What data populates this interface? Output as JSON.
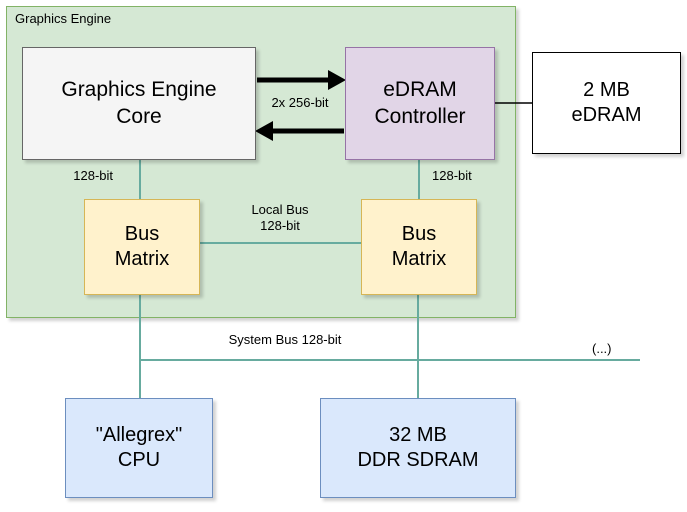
{
  "diagram": {
    "container": {
      "label": "Graphics Engine"
    },
    "boxes": {
      "ge_core": {
        "label": "Graphics Engine\nCore"
      },
      "edram_controller": {
        "label": "eDRAM\nController"
      },
      "edram": {
        "label": "2 MB\neDRAM"
      },
      "bus_matrix_left": {
        "label": "Bus\nMatrix"
      },
      "bus_matrix_right": {
        "label": "Bus\nMatrix"
      },
      "cpu": {
        "label": "\"Allegrex\"\nCPU"
      },
      "sdram": {
        "label": "32 MB\nDDR SDRAM"
      }
    },
    "edge_labels": {
      "dual_channel": "2x 256-bit",
      "core_bus": "128-bit",
      "controller_bus": "128-bit",
      "local_bus": "Local Bus\n128-bit",
      "system_bus": "System Bus 128-bit",
      "ellipsis": "(...)"
    },
    "colors": {
      "container_fill": "#d5e8d4",
      "container_stroke": "#82b366",
      "core_fill": "#f5f5f5",
      "core_stroke": "#666666",
      "controller_fill": "#e1d5e7",
      "controller_stroke": "#9673a6",
      "edram_fill": "#ffffff",
      "edram_stroke": "#000000",
      "bus_matrix_fill": "#fff2cc",
      "bus_matrix_stroke": "#d6b656",
      "cpu_fill": "#dae8fc",
      "cpu_stroke": "#6c8ebf",
      "bus_line": "#67ab9f",
      "arrow": "#000000"
    }
  }
}
